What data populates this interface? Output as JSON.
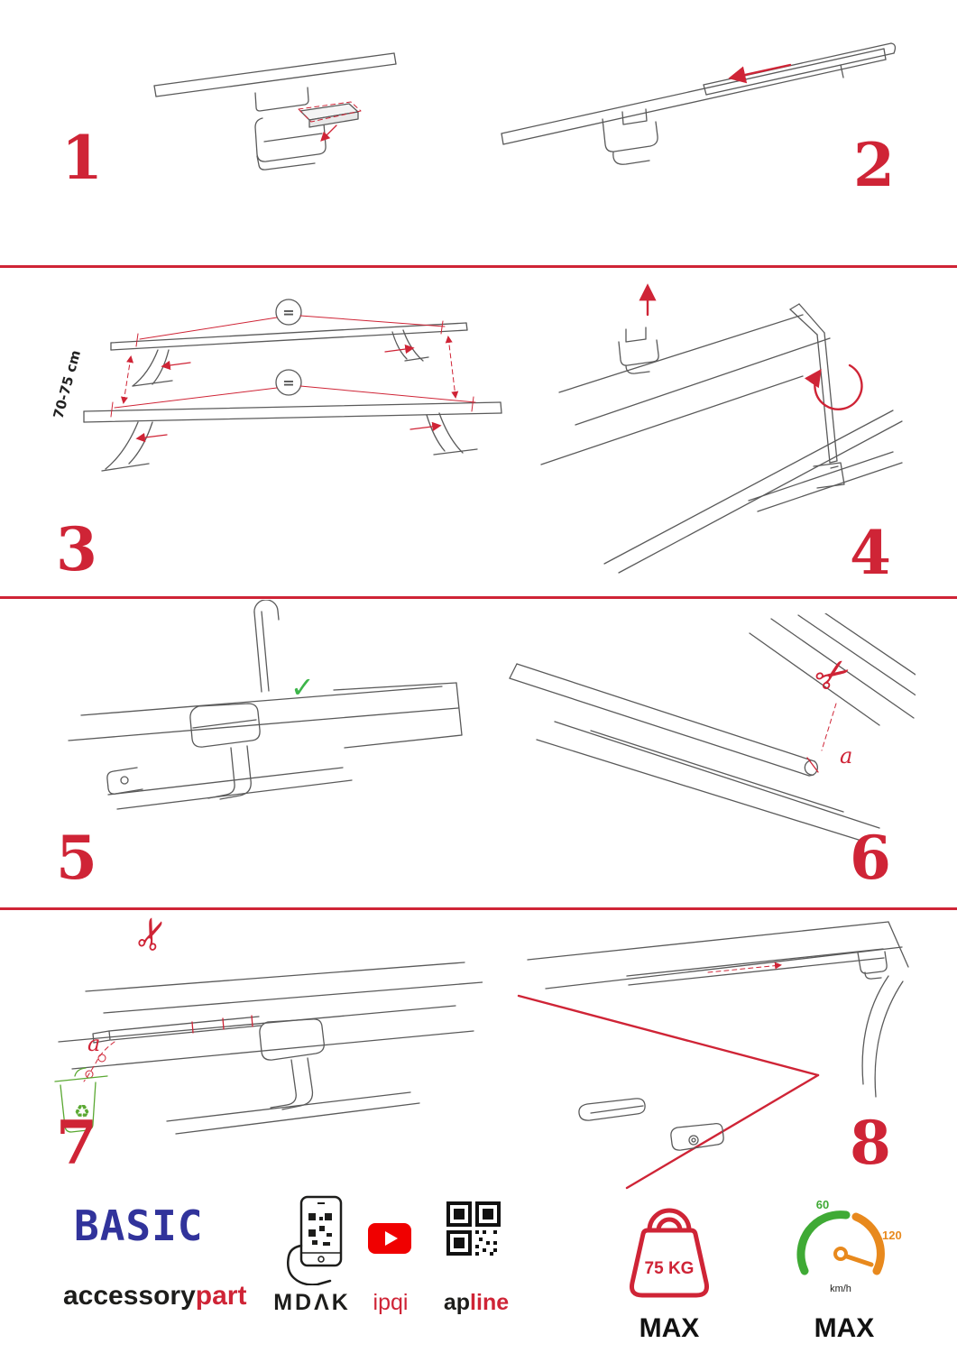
{
  "colors": {
    "accent": "#cf2436",
    "blue": "#31339b",
    "green": "#3db54a",
    "orange": "#e8891d",
    "ink": "#1d1d1b"
  },
  "steps": [
    {
      "number": "1"
    },
    {
      "number": "2"
    },
    {
      "number": "3"
    },
    {
      "number": "4"
    },
    {
      "number": "5"
    },
    {
      "number": "6"
    },
    {
      "number": "7"
    },
    {
      "number": "8"
    }
  ],
  "step3": {
    "equal": "=",
    "measure": "70-75 cm"
  },
  "step5": {
    "check": "✓"
  },
  "step6": {
    "scissors": "✂",
    "label_a": "a"
  },
  "step7": {
    "scissors": "✂",
    "label_a": "a",
    "recycle": "♻"
  },
  "footer": {
    "brand": "BASIC",
    "brand_sub_left": "accessory",
    "brand_sub_right": "part",
    "mdak": "MDΛK",
    "ipqi": "ipqi",
    "apline_left": "ap",
    "apline_right": "line",
    "weight_value": "75 KG",
    "weight_max": "MAX",
    "speed_low": "60",
    "speed_high": "120",
    "speed_unit": "km/h",
    "speed_max": "MAX"
  }
}
